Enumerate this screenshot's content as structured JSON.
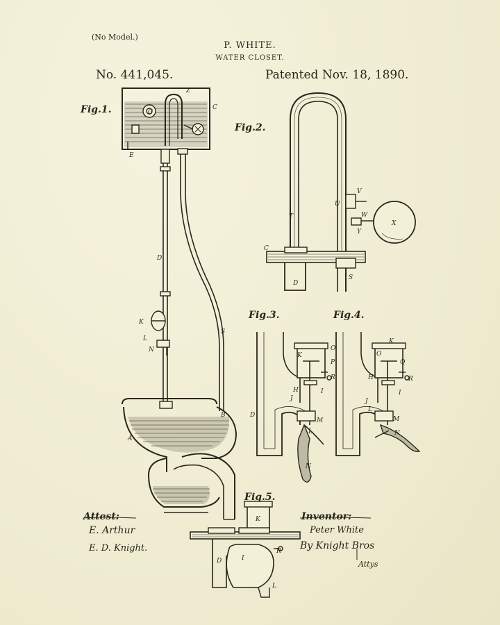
{
  "header": {
    "no_model": "(No Model.)",
    "inventor_name": "P. WHITE.",
    "invention": "WATER CLOSET.",
    "patent_number": "No. 441,045.",
    "patent_date": "Patented Nov. 18, 1890."
  },
  "figures": {
    "fig1": "Fig.1.",
    "fig2": "Fig.2.",
    "fig3": "Fig.3.",
    "fig4": "Fig.4.",
    "fig5": "Fig.5."
  },
  "signatures": {
    "attest": "Attest:",
    "witness1": "E. Arthur",
    "witness2": "E. D. Knight.",
    "inventor_label": "Inventor:",
    "inventor": "Peter White",
    "by": "By Knight Bros",
    "attys": "Attys"
  },
  "ref_letters": {
    "fig1": [
      "Z",
      "C",
      "G",
      "E",
      "D",
      "K",
      "L",
      "N",
      "S",
      "B",
      "A"
    ],
    "fig2": [
      "V",
      "U",
      "W",
      "X",
      "T",
      "Y",
      "C",
      "D",
      "S"
    ],
    "fig3": [
      "K",
      "O",
      "P",
      "R",
      "H",
      "J",
      "I",
      "M",
      "D",
      "L",
      "N"
    ],
    "fig4": [
      "K",
      "O",
      "Q",
      "H",
      "R",
      "J",
      "L",
      "I",
      "M",
      "N"
    ],
    "fig5": [
      "K",
      "R",
      "D",
      "I",
      "L"
    ]
  },
  "colors": {
    "paper": "#f3f0d8",
    "ink": "#2a261c"
  }
}
